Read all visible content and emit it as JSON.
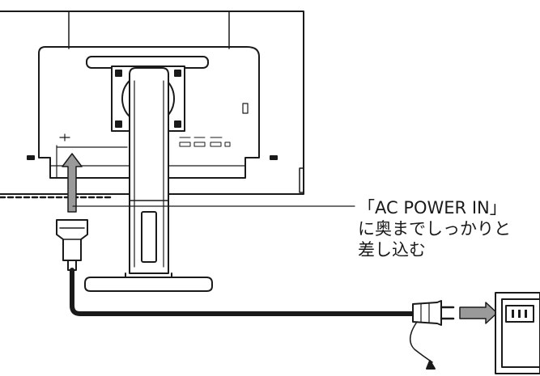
{
  "instruction": {
    "line1": "「AC POWER IN」",
    "line2": "に奥までしっかりと",
    "line3": "差し込む"
  },
  "icons": [
    "monitor-rear-icon",
    "stand-icon",
    "power-cable-icon",
    "power-plug-icon",
    "wall-outlet-icon",
    "insert-arrow-icon"
  ],
  "colors": {
    "line": "#1a1a1a",
    "arrow_fill": "#9a9a9a",
    "panel_fill": "#ffffff",
    "ground_wire": "#1a1a1a"
  }
}
